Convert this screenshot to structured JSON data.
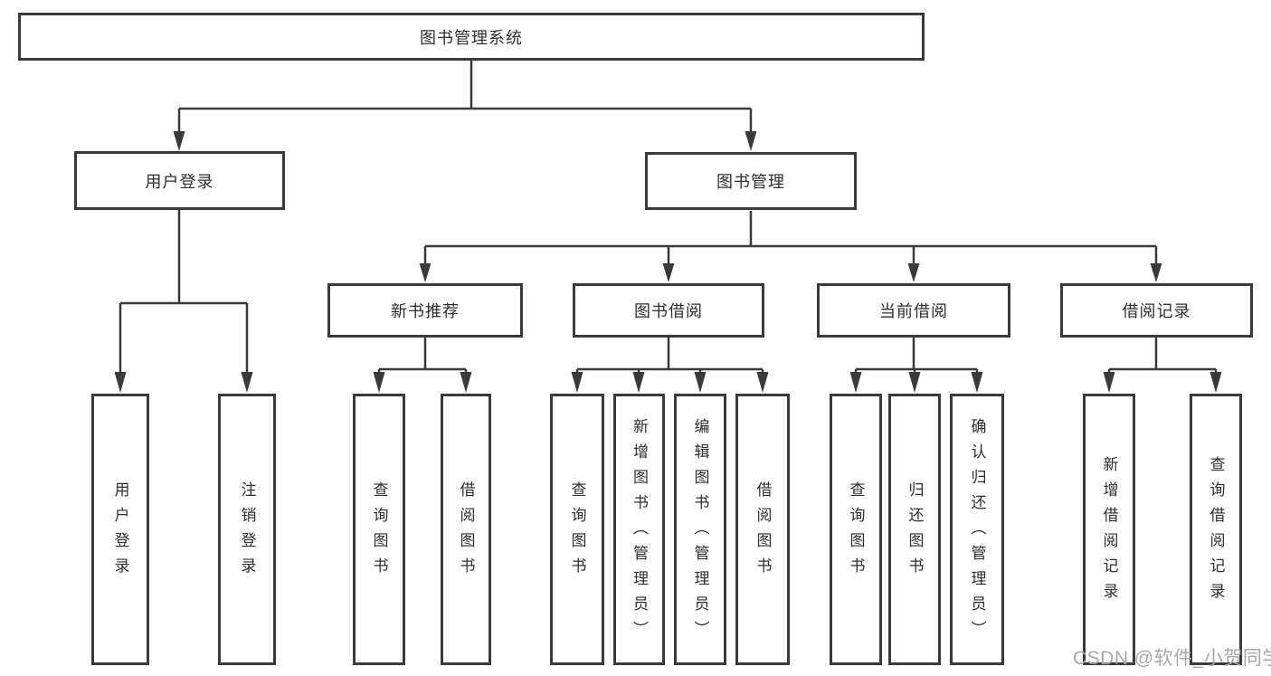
{
  "diagram_type": "hierarchy",
  "colors": {
    "line": "#3a3a3a",
    "box_border": "#3a3a3a",
    "text": "#2e2e2e",
    "watermark": "#a8a8a8",
    "background": "#ffffff"
  },
  "tree": {
    "label": "图书管理系统",
    "children": [
      {
        "label": "用户登录",
        "children": [
          {
            "label": "用户登录"
          },
          {
            "label": "注销登录"
          }
        ]
      },
      {
        "label": "图书管理",
        "children": [
          {
            "label": "新书推荐",
            "children": [
              {
                "label": "查询图书"
              },
              {
                "label": "借阅图书"
              }
            ]
          },
          {
            "label": "图书借阅",
            "children": [
              {
                "label": "查询图书"
              },
              {
                "label": "新增图书（管理员）"
              },
              {
                "label": "编辑图书（管理员）"
              },
              {
                "label": "借阅图书"
              }
            ]
          },
          {
            "label": "当前借阅",
            "children": [
              {
                "label": "查询图书"
              },
              {
                "label": "归还图书"
              },
              {
                "label": "确认归还（管理员）"
              }
            ]
          },
          {
            "label": "借阅记录",
            "children": [
              {
                "label": "新增借阅记录"
              },
              {
                "label": "查询借阅记录"
              }
            ]
          }
        ]
      }
    ]
  },
  "watermark": "CSDN @软件_小贺同学"
}
